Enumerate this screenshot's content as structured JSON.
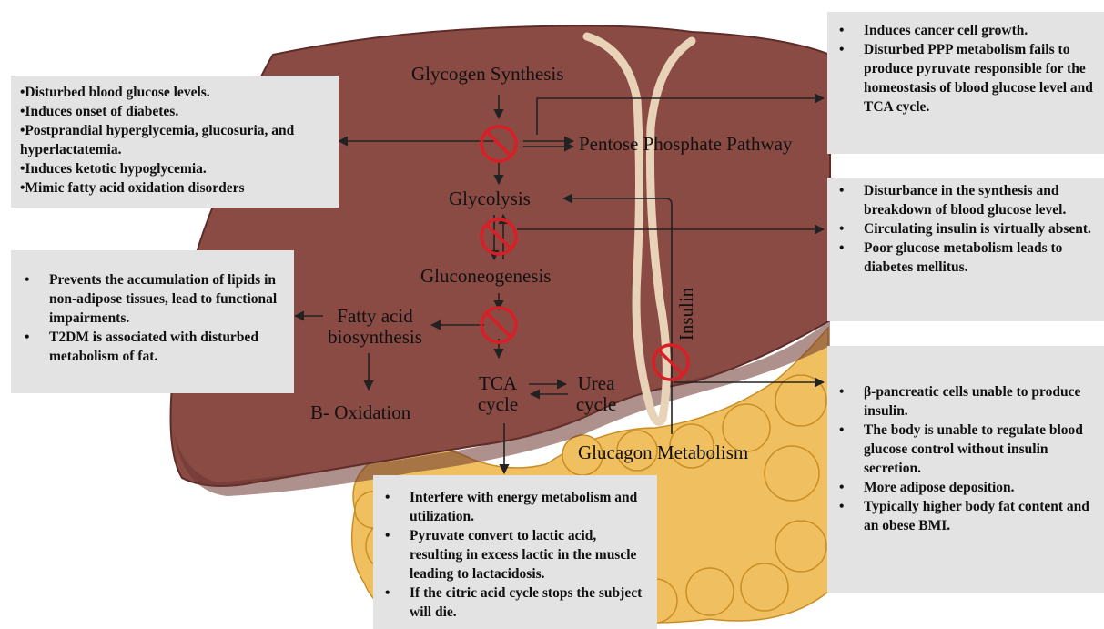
{
  "pathway": {
    "glycogen_synthesis": "Glycogen Synthesis",
    "pentose_phosphate": "Pentose Phosphate Pathway",
    "glycolysis": "Glycolysis",
    "gluconeogenesis": "Gluconeogenesis",
    "fatty_acid_line1": "Fatty acid",
    "fatty_acid_line2": "biosynthesis",
    "beta_oxidation": "B- Oxidation",
    "tca_line1": "TCA",
    "tca_line2": "cycle",
    "urea_line1": "Urea",
    "urea_line2": "cycle",
    "glucagon": "Glucagon Metabolism",
    "insulin": "Insulin"
  },
  "boxes": {
    "glycogen_effects": [
      "•Disturbed blood glucose levels.",
      "•Induces onset of diabetes.",
      "•Postprandial hyperglycemia, glucosuria, and hyperlactatemia.",
      "•Induces ketotic hypoglycemia.",
      "•Mimic fatty acid oxidation disorders"
    ],
    "fatty_acid_effects": [
      "Prevents the accumulation of lipids in non-adipose tissues, lead to functional impairments.",
      "T2DM is associated with disturbed metabolism of fat."
    ],
    "ppp_effects": [
      "Induces cancer cell growth.",
      "Disturbed PPP metabolism fails to produce pyruvate responsible for the homeostasis of blood glucose level and TCA cycle."
    ],
    "glycolysis_effects": [
      "Disturbance in the synthesis and breakdown of blood glucose level.",
      "Circulating insulin is virtually absent.",
      "Poor glucose metabolism leads to diabetes mellitus."
    ],
    "insulin_effects": [
      "β-pancreatic cells unable to produce insulin.",
      "The body is unable to regulate blood glucose control without insulin secretion.",
      "More adipose deposition.",
      "Typically higher body fat content and an obese BMI."
    ],
    "tca_effects": [
      "Interfere with energy metabolism and utilization.",
      "Pyruvate convert to lactic acid, resulting in excess lactic in the muscle leading to lactacidosis.",
      "If the citric acid cycle stops the subject will die."
    ]
  },
  "colors": {
    "liver": "#8a4b45",
    "liver_dark": "#6b3430",
    "pancreas": "#f0c060",
    "gallbladder": "#e9d3b8",
    "inhibit": "#d91f26",
    "box": "#e3e3e3"
  },
  "icons": [
    "inhibition-icon"
  ]
}
